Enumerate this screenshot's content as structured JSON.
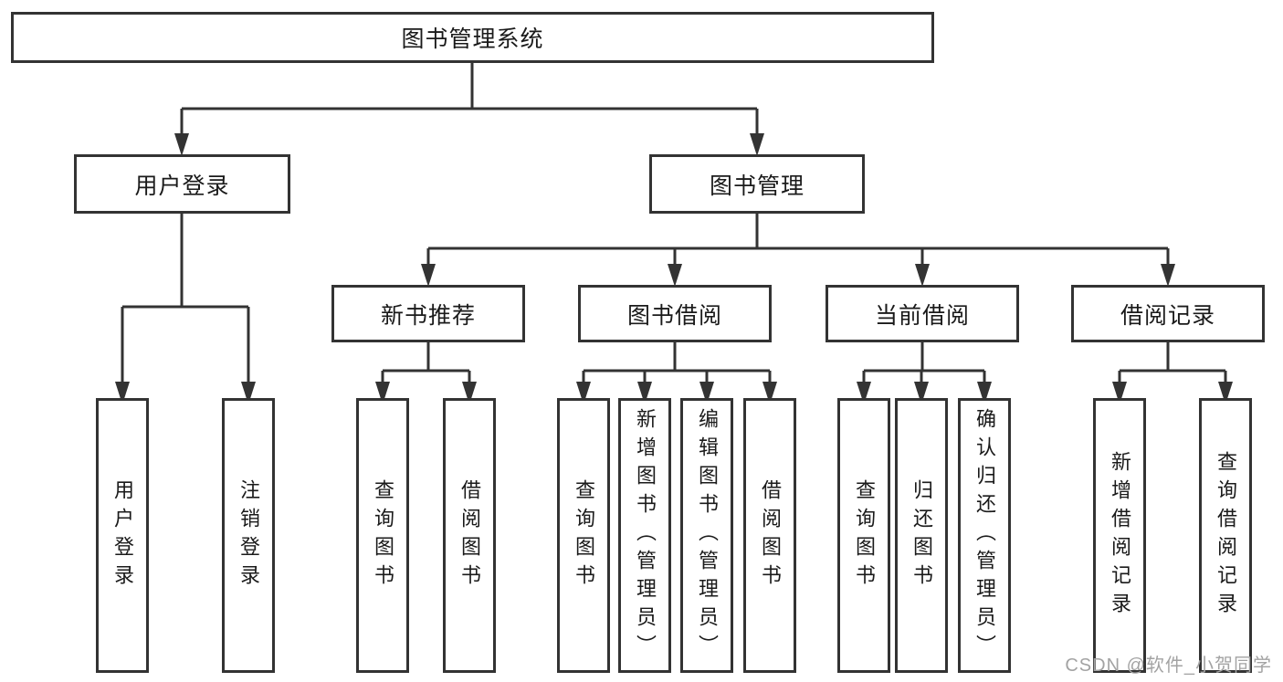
{
  "colors": {
    "line_color": "#333333",
    "text_color": "#1a1a1a",
    "watermark_color": "#a3a3a3",
    "background_color": "#ffffff"
  },
  "nodes": {
    "root": {
      "label": "图书管理系统"
    },
    "userLogin": {
      "label": "用户登录"
    },
    "bookManagement": {
      "label": "图书管理"
    },
    "newBookRecommend": {
      "label": "新书推荐"
    },
    "bookBorrowing": {
      "label": "图书借阅"
    },
    "currentBorrowing": {
      "label": "当前借阅"
    },
    "borrowingRecords": {
      "label": "借阅记录"
    },
    "leafUserLogin": {
      "label": "用户登录"
    },
    "leafLogout": {
      "label": "注销登录"
    },
    "leafQueryBooks1": {
      "label": "查询图书"
    },
    "leafBorrowBooks1": {
      "label": "借阅图书"
    },
    "leafQueryBooks2": {
      "label": "查询图书"
    },
    "leafAddBooks": {
      "label": "新增图书（管理员）"
    },
    "leafEditBooks": {
      "label": "编辑图书（管理员）"
    },
    "leafBorrowBooks2": {
      "label": "借阅图书"
    },
    "leafQueryBooks3": {
      "label": "查询图书"
    },
    "leafReturnBooks": {
      "label": "归还图书"
    },
    "leafConfirmReturn": {
      "label": "确认归还（管理员）"
    },
    "leafAddBorrowRecord": {
      "label": "新增借阅记录"
    },
    "leafQueryBorrowRecord": {
      "label": "查询借阅记录"
    }
  },
  "hierarchy": {
    "图书管理系统": {
      "用户登录": [
        "用户登录",
        "注销登录"
      ],
      "图书管理": {
        "新书推荐": [
          "查询图书",
          "借阅图书"
        ],
        "图书借阅": [
          "查询图书",
          "新增图书（管理员）",
          "编辑图书（管理员）",
          "借阅图书"
        ],
        "当前借阅": [
          "查询图书",
          "归还图书",
          "确认归还（管理员）"
        ],
        "借阅记录": [
          "新增借阅记录",
          "查询借阅记录"
        ]
      }
    }
  },
  "watermark": {
    "text": "CSDN @软件_小贺同学"
  }
}
